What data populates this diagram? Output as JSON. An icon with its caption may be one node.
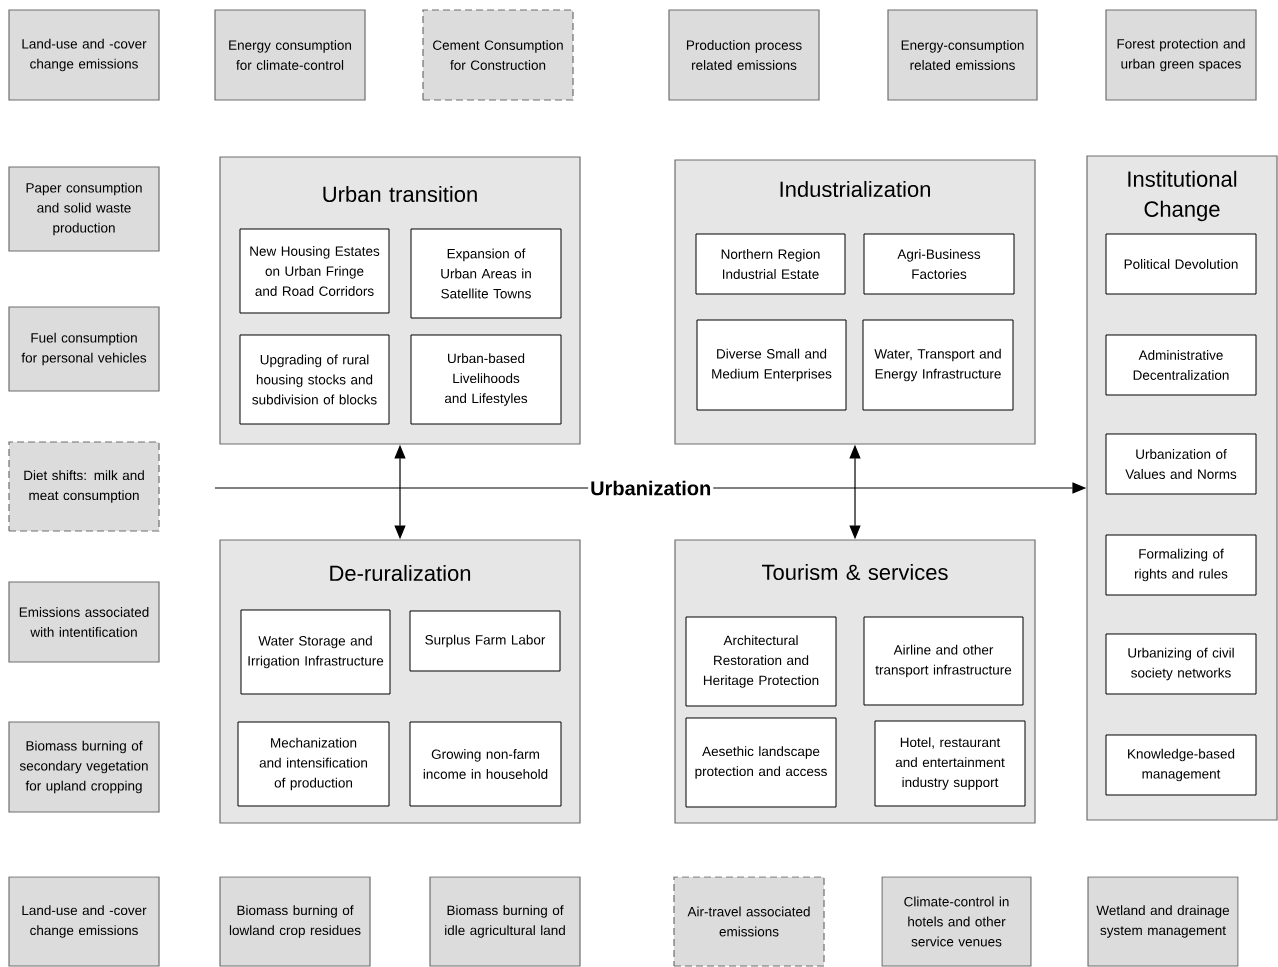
{
  "diagram": {
    "nodes": [
      {
        "text": [
          "Land-use and -cover change emissions"
        ]
      },
      {
        "text": [
          "Energy consumption for climate-control"
        ]
      },
      {
        "text": [
          "Cement Consumption for Construction"
        ]
      },
      {
        "text": [
          "Production process related emissions"
        ]
      },
      {
        "text": [
          "Energy-consumption related emissions"
        ]
      },
      {
        "text": [
          "Forest protection and urban green spaces"
        ]
      },
      {
        "text": [
          "Paper consumption and solid waste production"
        ]
      },
      {
        "text": [
          "Urban transition"
        ]
      },
      {
        "text": [
          "New Housing Estates on Urban Fringe and Road Corridors"
        ],
        "in": 7
      },
      {
        "text": [
          "Expansion of Urban Areas in Satellite Towns"
        ],
        "in": 7
      },
      {
        "text": [
          "Upgrading of rural housing stocks and subdivision of blocks"
        ],
        "in": 7
      },
      {
        "text": [
          "Urban-based Livelihoods and Lifestyles"
        ],
        "in": 7
      },
      {
        "text": [
          "Industrialization"
        ]
      },
      {
        "text": [
          "Northern Region Industrial Estate"
        ],
        "in": 12
      },
      {
        "text": [
          "Agri-Business Factories"
        ],
        "in": 12
      },
      {
        "text": [
          "Diverse Small and Medium Enterprises"
        ],
        "in": 12
      },
      {
        "text": [
          "Water, Transport and Energy Infrastructure"
        ],
        "in": 12
      },
      {
        "text": [
          "Institutional Change"
        ]
      },
      {
        "text": [
          "Political Devolution"
        ],
        "in": 17
      },
      {
        "text": [
          "Administrative Decentralization"
        ],
        "in": 17
      },
      {
        "text": [
          "Urbanization of Values and Norms"
        ],
        "in": 17
      },
      {
        "text": [
          "Formalizing of rights and rules"
        ],
        "in": 17
      },
      {
        "text": [
          "Urbanizing of civil society networks"
        ],
        "in": 17
      },
      {
        "text": [
          "Knowledge-based management"
        ],
        "in": 17
      },
      {
        "text": [
          "Fuel consumption for personal vehicles"
        ]
      },
      {
        "text": [
          "Diet shifts: milk and meat consumption"
        ]
      },
      {
        "text": [
          "De-ruralization"
        ]
      },
      {
        "text": [
          "Water Storage and Irrigation Infrastructure"
        ],
        "in": 26
      },
      {
        "text": [
          "Surplus Farm Labor"
        ],
        "in": 26
      },
      {
        "text": [
          "Mechanization and intensification of production"
        ],
        "in": 26
      },
      {
        "text": [
          "Growing non-farm income in household"
        ],
        "in": 26
      },
      {
        "text": [
          "Tourism & services"
        ]
      },
      {
        "text": [
          "Architectural Restoration and Heritage Protection"
        ],
        "in": 31
      },
      {
        "text": [
          "Airline and other transport infrastructure"
        ],
        "in": 31
      },
      {
        "text": [
          "Aesethic landscape protection and access"
        ],
        "in": 31
      },
      {
        "text": [
          "Hotel, restaurant and entertainment industry support"
        ],
        "in": 31
      },
      {
        "text": [
          "Emissions associated with intentification"
        ]
      },
      {
        "text": [
          "Biomass burning of secondary vegetation for upland cropping"
        ]
      },
      {
        "text": [
          "Land-use and -cover change emissions"
        ]
      },
      {
        "text": [
          "Biomass burning of lowland crop residues"
        ]
      },
      {
        "text": [
          "Biomass burning of idle agricultural land"
        ]
      },
      {
        "text": [
          "Air-travel associated emissions"
        ]
      },
      {
        "text": [
          "Climate-control in hotels and other service venues"
        ]
      },
      {
        "text": [
          "Wetland and drainage system management"
        ]
      }
    ],
    "edges": [
      {
        "from": 7,
        "to": 26,
        "arrow": "both"
      },
      {
        "from": 12,
        "to": 31,
        "arrow": "both"
      },
      {
        "from": null,
        "to": 17,
        "arrow": "to",
        "label": "Urbanization"
      }
    ]
  }
}
